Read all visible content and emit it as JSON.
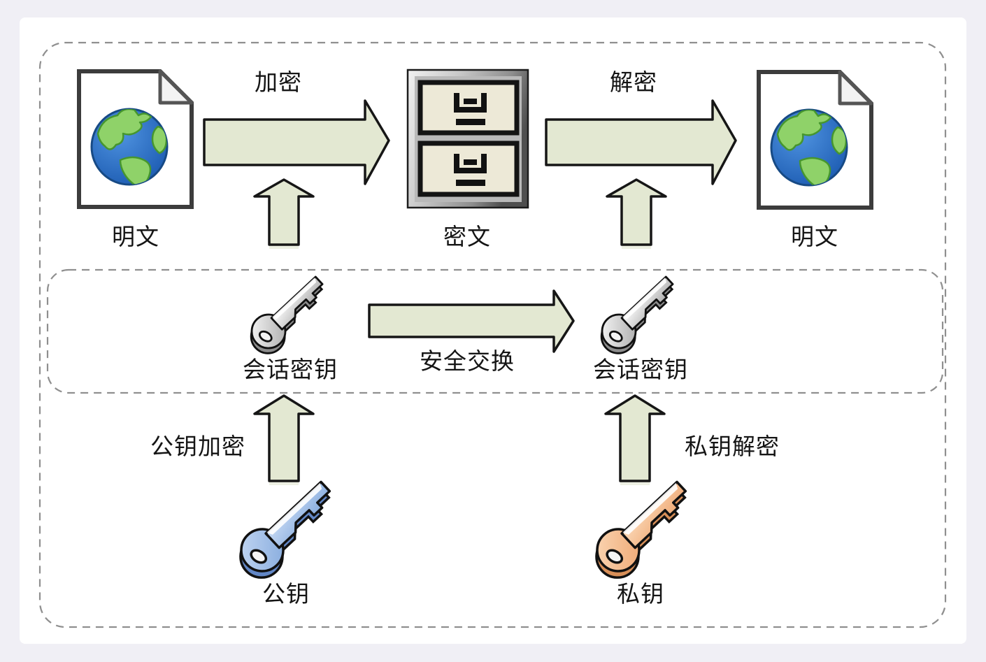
{
  "diagram": {
    "top_row": {
      "plaintext_left_label": "明文",
      "encrypt_label": "加密",
      "ciphertext_label": "密文",
      "decrypt_label": "解密",
      "plaintext_right_label": "明文"
    },
    "middle_row": {
      "session_key_left_label": "会话密钥",
      "exchange_label": "安全交换",
      "session_key_right_label": "会话密钥"
    },
    "bottom_row": {
      "public_key_encrypt_label": "公钥加密",
      "public_key_label": "公钥",
      "private_key_decrypt_label": "私钥解密",
      "private_key_label": "私钥"
    },
    "icons": {
      "plaintext": "globe-document-icon",
      "ciphertext": "file-cabinet-icon",
      "session_key": "gray-key-icon",
      "public_key": "blue-key-icon",
      "private_key": "orange-key-icon"
    },
    "colors": {
      "canvas_bg": "#f0eff5",
      "panel_bg": "#ffffff",
      "arrow_fill": "#e3e8d2",
      "arrow_stroke": "#161616",
      "dashed_border": "#8f8f8f",
      "gray_key": "#c9c9c9",
      "blue_key": "#93b4e5",
      "orange_key": "#f5be93",
      "globe_ocean": "#2a71c8",
      "globe_land": "#8fd269",
      "drawer_face": "#ede9d7"
    }
  }
}
